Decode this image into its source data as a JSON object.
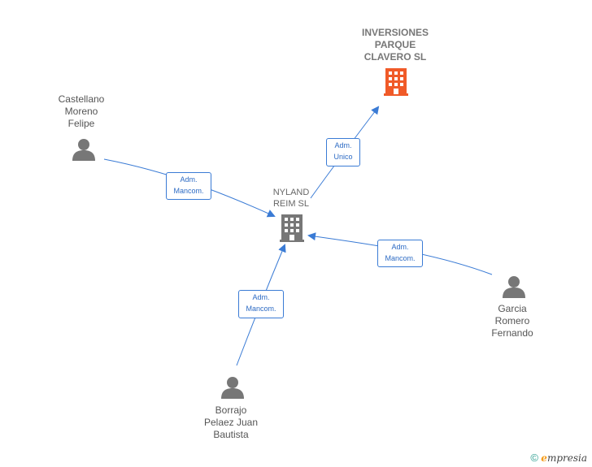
{
  "nodes": {
    "inversiones": {
      "lines": [
        "INVERSIONES",
        "PARQUE",
        "CLAVERO  SL"
      ],
      "icon": "building-icon",
      "color": "#f05a28"
    },
    "nyland": {
      "lines": [
        "NYLAND",
        "REIM  SL"
      ],
      "icon": "building-icon",
      "color": "#777777"
    },
    "castellano": {
      "lines": [
        "Castellano",
        "Moreno",
        "Felipe"
      ],
      "icon": "person-icon",
      "color": "#777777"
    },
    "garcia": {
      "lines": [
        "Garcia",
        "Romero",
        "Fernando"
      ],
      "icon": "person-icon",
      "color": "#777777"
    },
    "borrajo": {
      "lines": [
        "Borrajo",
        "Pelaez Juan",
        "Bautista"
      ],
      "icon": "person-icon",
      "color": "#777777"
    }
  },
  "relations": {
    "unico": {
      "lines": [
        "Adm.",
        "Unico"
      ]
    },
    "castellano": {
      "lines": [
        "Adm.",
        "Mancom."
      ]
    },
    "garcia": {
      "lines": [
        "Adm.",
        "Mancom."
      ]
    },
    "borrajo": {
      "lines": [
        "Adm.",
        "Mancom."
      ]
    }
  },
  "colors": {
    "edge": "#3a7bd5"
  },
  "brand": {
    "copyright": "©",
    "initial": "e",
    "rest": "mpresia"
  }
}
